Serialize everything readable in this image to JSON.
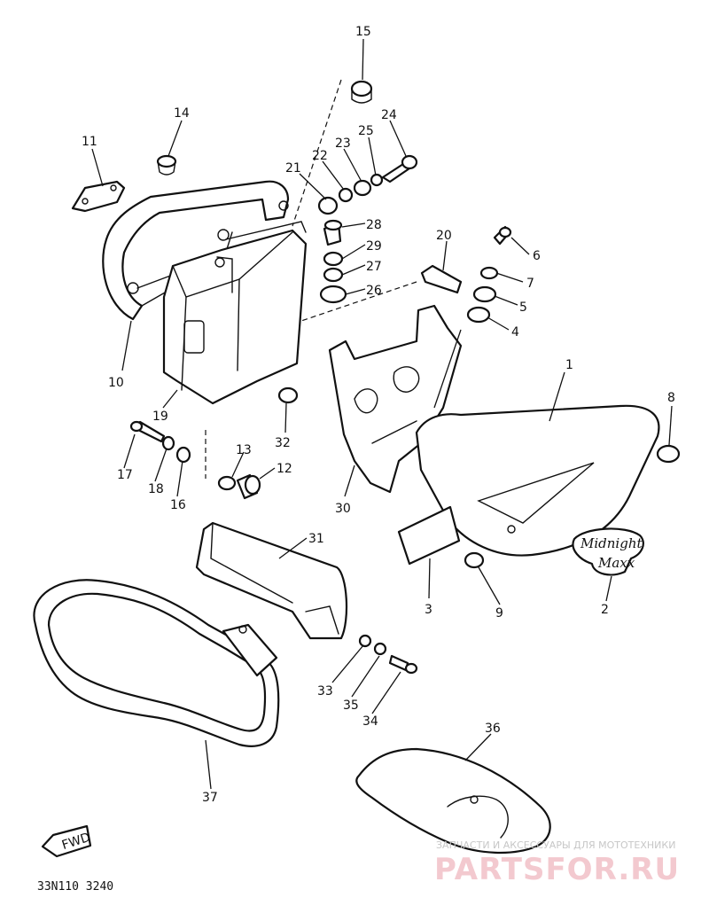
{
  "diagram": {
    "callouts": [
      "1",
      "2",
      "3",
      "4",
      "5",
      "6",
      "7",
      "8",
      "9",
      "10",
      "11",
      "12",
      "13",
      "14",
      "15",
      "16",
      "17",
      "18",
      "19",
      "20",
      "21",
      "22",
      "23",
      "24",
      "25",
      "26",
      "27",
      "28",
      "29",
      "30",
      "31",
      "32",
      "33",
      "34",
      "35",
      "36",
      "37"
    ],
    "emblem_text_line1": "Midnight",
    "emblem_text_line2": "Maxx",
    "fwd_arrow_label": "FWD",
    "drawing_code": "33N110 3240"
  },
  "watermark": {
    "caption": "ЗАПЧАСТИ И АКСЕССУАРЫ ДЛЯ МОТОТЕХНИКИ",
    "brand": "PARTSFOR.RU"
  },
  "colors": {
    "line": "#111111",
    "background": "#ffffff",
    "watermark_brand": "#f3c9cf",
    "watermark_caption": "#c7c7c7"
  }
}
